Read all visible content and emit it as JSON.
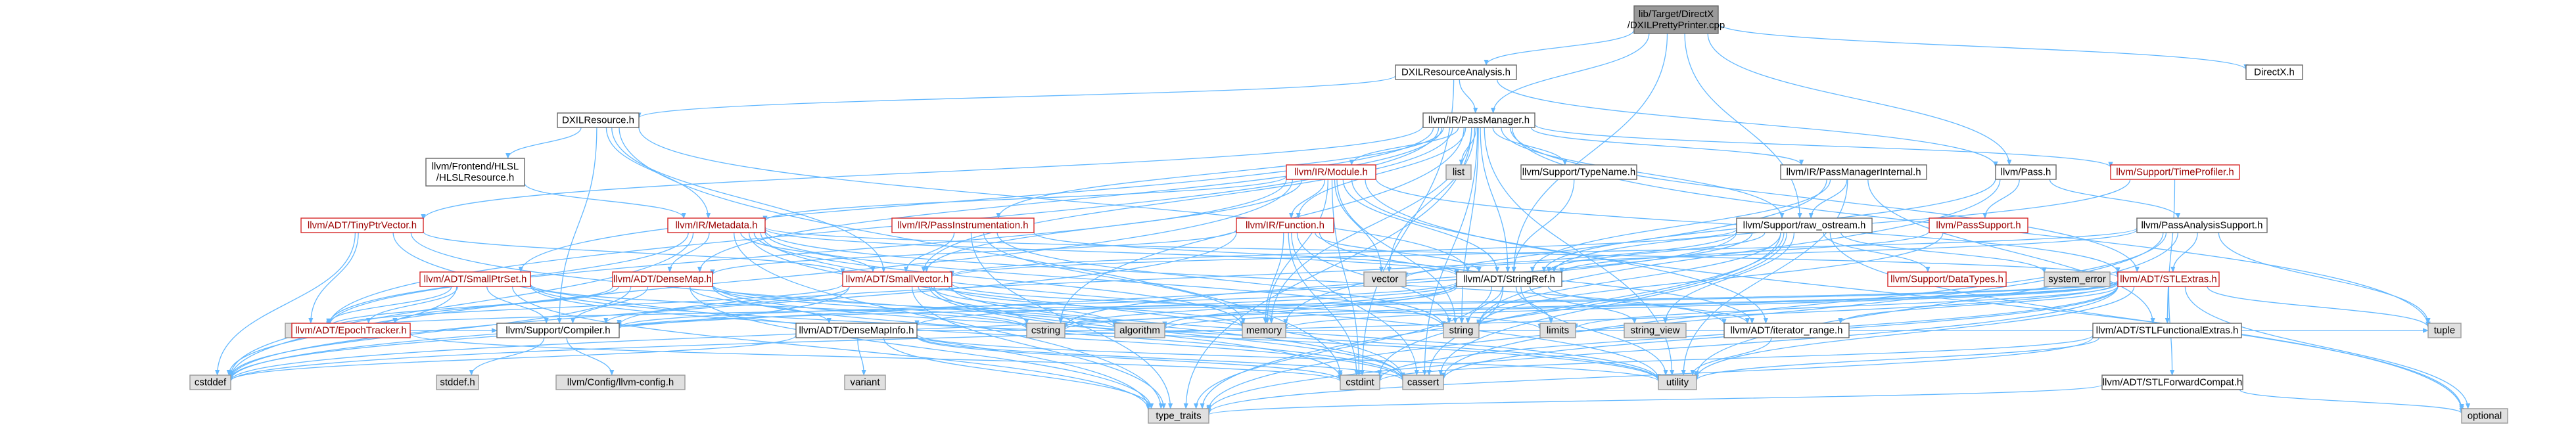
{
  "colors": {
    "edge": "#63b8ff",
    "root_fill": "#999999",
    "node_border": "#666666",
    "red_border": "#d62828",
    "red_text": "#9c0000",
    "system_fill": "#e0e0e0"
  },
  "graph": {
    "nodes": [
      {
        "id": "root",
        "label": [
          "lib/Target/DirectX",
          "/DXILPrettyPrinter.cpp"
        ],
        "kind": "root"
      },
      {
        "id": "dxres_analysis",
        "label": [
          "DXILResourceAnalysis.h"
        ],
        "kind": "plain"
      },
      {
        "id": "directx_h",
        "label": [
          "DirectX.h"
        ],
        "kind": "plain"
      },
      {
        "id": "dxilresource",
        "label": [
          "DXILResource.h"
        ],
        "kind": "plain"
      },
      {
        "id": "passmanager",
        "label": [
          "llvm/IR/PassManager.h"
        ],
        "kind": "plain"
      },
      {
        "id": "hlslresource",
        "label": [
          "llvm/Frontend/HLSL",
          "/HLSLResource.h"
        ],
        "kind": "plain"
      },
      {
        "id": "module",
        "label": [
          "llvm/IR/Module.h"
        ],
        "kind": "red"
      },
      {
        "id": "list",
        "label": [
          "list"
        ],
        "kind": "system"
      },
      {
        "id": "typename",
        "label": [
          "llvm/Support/TypeName.h"
        ],
        "kind": "plain"
      },
      {
        "id": "pminternal",
        "label": [
          "llvm/IR/PassManagerInternal.h"
        ],
        "kind": "plain"
      },
      {
        "id": "pass",
        "label": [
          "llvm/Pass.h"
        ],
        "kind": "plain"
      },
      {
        "id": "timeprofiler",
        "label": [
          "llvm/Support/TimeProfiler.h"
        ],
        "kind": "red"
      },
      {
        "id": "tinyptrvector",
        "label": [
          "llvm/ADT/TinyPtrVector.h"
        ],
        "kind": "red"
      },
      {
        "id": "metadata",
        "label": [
          "llvm/IR/Metadata.h"
        ],
        "kind": "red"
      },
      {
        "id": "passinstr",
        "label": [
          "llvm/IR/PassInstrumentation.h"
        ],
        "kind": "red"
      },
      {
        "id": "function",
        "label": [
          "llvm/IR/Function.h"
        ],
        "kind": "red"
      },
      {
        "id": "passsupport",
        "label": [
          "llvm/PassSupport.h"
        ],
        "kind": "red"
      },
      {
        "id": "rawostream",
        "label": [
          "llvm/Support/raw_ostream.h"
        ],
        "kind": "plain"
      },
      {
        "id": "passanalysis",
        "label": [
          "llvm/PassAnalysisSupport.h"
        ],
        "kind": "plain"
      },
      {
        "id": "smallptrset",
        "label": [
          "llvm/ADT/SmallPtrSet.h"
        ],
        "kind": "red"
      },
      {
        "id": "densemap",
        "label": [
          "llvm/ADT/DenseMap.h"
        ],
        "kind": "red"
      },
      {
        "id": "smallvector",
        "label": [
          "llvm/ADT/SmallVector.h"
        ],
        "kind": "red"
      },
      {
        "id": "vector",
        "label": [
          "vector"
        ],
        "kind": "system"
      },
      {
        "id": "stringref",
        "label": [
          "llvm/ADT/StringRef.h"
        ],
        "kind": "plain"
      },
      {
        "id": "datatypes",
        "label": [
          "llvm/Support/DataTypes.h"
        ],
        "kind": "red"
      },
      {
        "id": "system_error",
        "label": [
          "system_error"
        ],
        "kind": "system"
      },
      {
        "id": "stlextras",
        "label": [
          "llvm/ADT/STLExtras.h"
        ],
        "kind": "red"
      },
      {
        "id": "iterator",
        "label": [
          "iterator"
        ],
        "kind": "system"
      },
      {
        "id": "epochtracker",
        "label": [
          "llvm/ADT/EpochTracker.h"
        ],
        "kind": "red"
      },
      {
        "id": "compiler",
        "label": [
          "llvm/Support/Compiler.h"
        ],
        "kind": "plain"
      },
      {
        "id": "densemapinfo",
        "label": [
          "llvm/ADT/DenseMapInfo.h"
        ],
        "kind": "plain"
      },
      {
        "id": "cstring",
        "label": [
          "cstring"
        ],
        "kind": "system"
      },
      {
        "id": "algorithm",
        "label": [
          "algorithm"
        ],
        "kind": "system"
      },
      {
        "id": "memory",
        "label": [
          "memory"
        ],
        "kind": "system"
      },
      {
        "id": "string",
        "label": [
          "string"
        ],
        "kind": "system"
      },
      {
        "id": "limits",
        "label": [
          "limits"
        ],
        "kind": "system"
      },
      {
        "id": "string_view",
        "label": [
          "string_view"
        ],
        "kind": "system"
      },
      {
        "id": "iterator_range",
        "label": [
          "llvm/ADT/iterator_range.h"
        ],
        "kind": "plain"
      },
      {
        "id": "stlfunctional",
        "label": [
          "llvm/ADT/STLFunctionalExtras.h"
        ],
        "kind": "plain"
      },
      {
        "id": "tuple",
        "label": [
          "tuple"
        ],
        "kind": "system"
      },
      {
        "id": "stddef_h",
        "label": [
          "stddef.h"
        ],
        "kind": "system"
      },
      {
        "id": "llvmconfig",
        "label": [
          "llvm/Config/llvm-config.h"
        ],
        "kind": "system"
      },
      {
        "id": "variant",
        "label": [
          "variant"
        ],
        "kind": "system"
      },
      {
        "id": "cstddef",
        "label": [
          "cstddef"
        ],
        "kind": "system"
      },
      {
        "id": "cstdint",
        "label": [
          "cstdint"
        ],
        "kind": "system"
      },
      {
        "id": "cassert",
        "label": [
          "cassert"
        ],
        "kind": "system"
      },
      {
        "id": "utility",
        "label": [
          "utility"
        ],
        "kind": "system"
      },
      {
        "id": "stlforward",
        "label": [
          "llvm/ADT/STLForwardCompat.h"
        ],
        "kind": "plain"
      },
      {
        "id": "optional",
        "label": [
          "optional"
        ],
        "kind": "system"
      },
      {
        "id": "type_traits",
        "label": [
          "type_traits"
        ],
        "kind": "system"
      }
    ],
    "edges": [
      [
        "root",
        "dxres_analysis"
      ],
      [
        "root",
        "directx_h"
      ],
      [
        "root",
        "passmanager"
      ],
      [
        "root",
        "pass"
      ],
      [
        "root",
        "stringref"
      ],
      [
        "root",
        "rawostream"
      ],
      [
        "dxres_analysis",
        "dxilresource"
      ],
      [
        "dxres_analysis",
        "passmanager"
      ],
      [
        "dxres_analysis",
        "pass"
      ],
      [
        "dxres_analysis",
        "cstdint"
      ],
      [
        "dxilresource",
        "hlslresource"
      ],
      [
        "dxilresource",
        "metadata"
      ],
      [
        "dxilresource",
        "smallvector"
      ],
      [
        "dxilresource",
        "stringref"
      ],
      [
        "dxilresource",
        "compiler"
      ],
      [
        "dxilresource",
        "cstdint"
      ],
      [
        "hlslresource",
        "metadata"
      ],
      [
        "passmanager",
        "module"
      ],
      [
        "passmanager",
        "list"
      ],
      [
        "passmanager",
        "typename"
      ],
      [
        "passmanager",
        "pminternal"
      ],
      [
        "passmanager",
        "timeprofiler"
      ],
      [
        "passmanager",
        "tinyptrvector"
      ],
      [
        "passmanager",
        "passinstr"
      ],
      [
        "passmanager",
        "function"
      ],
      [
        "passmanager",
        "smallptrset"
      ],
      [
        "passmanager",
        "densemap"
      ],
      [
        "passmanager",
        "smallvector"
      ],
      [
        "passmanager",
        "stringref"
      ],
      [
        "passmanager",
        "stlextras"
      ],
      [
        "passmanager",
        "vector"
      ],
      [
        "passmanager",
        "memory"
      ],
      [
        "passmanager",
        "string"
      ],
      [
        "passmanager",
        "utility"
      ],
      [
        "passmanager",
        "cstring"
      ],
      [
        "passmanager",
        "tuple"
      ],
      [
        "passmanager",
        "type_traits"
      ],
      [
        "passmanager",
        "iterator"
      ],
      [
        "passmanager",
        "cassert"
      ],
      [
        "passmanager",
        "rawostream"
      ],
      [
        "module",
        "metadata"
      ],
      [
        "module",
        "function"
      ],
      [
        "module",
        "smallvector"
      ],
      [
        "module",
        "stringref"
      ],
      [
        "module",
        "vector"
      ],
      [
        "module",
        "memory"
      ],
      [
        "module",
        "string"
      ],
      [
        "module",
        "stlextras"
      ],
      [
        "module",
        "iterator_range"
      ],
      [
        "module",
        "cstddef"
      ],
      [
        "module",
        "cstdint"
      ],
      [
        "module",
        "iterator"
      ],
      [
        "module",
        "optional"
      ],
      [
        "typename",
        "stringref"
      ],
      [
        "pminternal",
        "stlfunctional"
      ],
      [
        "pminternal",
        "stringref"
      ],
      [
        "pminternal",
        "rawostream"
      ],
      [
        "pminternal",
        "memory"
      ],
      [
        "pminternal",
        "utility"
      ],
      [
        "pass",
        "passanalysis"
      ],
      [
        "pass",
        "passsupport"
      ],
      [
        "pass",
        "stringref"
      ],
      [
        "pass",
        "string"
      ],
      [
        "timeprofiler",
        "stringref"
      ],
      [
        "timeprofiler",
        "stlfunctional"
      ],
      [
        "tinyptrvector",
        "smallvector"
      ],
      [
        "tinyptrvector",
        "cassert"
      ],
      [
        "tinyptrvector",
        "cstddef"
      ],
      [
        "tinyptrvector",
        "iterator"
      ],
      [
        "tinyptrvector",
        "type_traits"
      ],
      [
        "metadata",
        "densemap"
      ],
      [
        "metadata",
        "smallvector"
      ],
      [
        "metadata",
        "stringref"
      ],
      [
        "metadata",
        "iterator_range"
      ],
      [
        "metadata",
        "cassert"
      ],
      [
        "metadata",
        "cstddef"
      ],
      [
        "metadata",
        "iterator"
      ],
      [
        "metadata",
        "memory"
      ],
      [
        "metadata",
        "string"
      ],
      [
        "metadata",
        "type_traits"
      ],
      [
        "metadata",
        "utility"
      ],
      [
        "metadata",
        "stlextras"
      ],
      [
        "passinstr",
        "smallvector"
      ],
      [
        "passinstr",
        "stringref"
      ],
      [
        "passinstr",
        "memory"
      ],
      [
        "passinstr",
        "string"
      ],
      [
        "passinstr",
        "type_traits"
      ],
      [
        "function",
        "densemap"
      ],
      [
        "function",
        "stringref"
      ],
      [
        "function",
        "iterator_range"
      ],
      [
        "function",
        "cassert"
      ],
      [
        "function",
        "cstddef"
      ],
      [
        "function",
        "cstdint"
      ],
      [
        "function",
        "memory"
      ],
      [
        "function",
        "string"
      ],
      [
        "passsupport",
        "stringref"
      ],
      [
        "passsupport",
        "string"
      ],
      [
        "rawostream",
        "smallvector"
      ],
      [
        "rawostream",
        "stringref"
      ],
      [
        "rawostream",
        "datatypes"
      ],
      [
        "rawostream",
        "system_error"
      ],
      [
        "rawostream",
        "cassert"
      ],
      [
        "rawostream",
        "cstddef"
      ],
      [
        "rawostream",
        "cstdint"
      ],
      [
        "rawostream",
        "cstring"
      ],
      [
        "rawostream",
        "optional"
      ],
      [
        "rawostream",
        "string"
      ],
      [
        "rawostream",
        "string_view"
      ],
      [
        "rawostream",
        "type_traits"
      ],
      [
        "rawostream",
        "compiler"
      ],
      [
        "passanalysis",
        "stlextras"
      ],
      [
        "passanalysis",
        "smallvector"
      ],
      [
        "passanalysis",
        "cassert"
      ],
      [
        "passanalysis",
        "tuple"
      ],
      [
        "passanalysis",
        "type_traits"
      ],
      [
        "passanalysis",
        "utility"
      ],
      [
        "passanalysis",
        "vector"
      ],
      [
        "smallptrset",
        "epochtracker"
      ],
      [
        "smallptrset",
        "compiler"
      ],
      [
        "smallptrset",
        "cassert"
      ],
      [
        "smallptrset",
        "cstddef"
      ],
      [
        "smallptrset",
        "cstring"
      ],
      [
        "smallptrset",
        "iterator"
      ],
      [
        "smallptrset",
        "utility"
      ],
      [
        "smallptrset",
        "type_traits"
      ],
      [
        "densemap",
        "densemapinfo"
      ],
      [
        "densemap",
        "epochtracker"
      ],
      [
        "densemap",
        "compiler"
      ],
      [
        "densemap",
        "algorithm"
      ],
      [
        "densemap",
        "cassert"
      ],
      [
        "densemap",
        "cstddef"
      ],
      [
        "densemap",
        "cstring"
      ],
      [
        "densemap",
        "iterator"
      ],
      [
        "densemap",
        "type_traits"
      ],
      [
        "densemap",
        "utility"
      ],
      [
        "smallvector",
        "compiler"
      ],
      [
        "smallvector",
        "algorithm"
      ],
      [
        "smallvector",
        "cassert"
      ],
      [
        "smallvector",
        "cstddef"
      ],
      [
        "smallvector",
        "cstring"
      ],
      [
        "smallvector",
        "iterator"
      ],
      [
        "smallvector",
        "limits"
      ],
      [
        "smallvector",
        "memory"
      ],
      [
        "smallvector",
        "type_traits"
      ],
      [
        "smallvector",
        "utility"
      ],
      [
        "smallvector",
        "cstdint"
      ],
      [
        "stringref",
        "densemapinfo"
      ],
      [
        "stringref",
        "iterator_range"
      ],
      [
        "stringref",
        "compiler"
      ],
      [
        "stringref",
        "algorithm"
      ],
      [
        "stringref",
        "cassert"
      ],
      [
        "stringref",
        "cstddef"
      ],
      [
        "stringref",
        "cstring"
      ],
      [
        "stringref",
        "limits"
      ],
      [
        "stringref",
        "string"
      ],
      [
        "stringref",
        "string_view"
      ],
      [
        "stringref",
        "type_traits"
      ],
      [
        "stringref",
        "utility"
      ],
      [
        "stlextras",
        "stlforward"
      ],
      [
        "stlextras",
        "stlfunctional"
      ],
      [
        "stlextras",
        "iterator_range"
      ],
      [
        "stlextras",
        "compiler"
      ],
      [
        "stlextras",
        "algorithm"
      ],
      [
        "stlextras",
        "cassert"
      ],
      [
        "stlextras",
        "cstddef"
      ],
      [
        "stlextras",
        "cstdint"
      ],
      [
        "stlextras",
        "cstring"
      ],
      [
        "stlextras",
        "iterator"
      ],
      [
        "stlextras",
        "limits"
      ],
      [
        "stlextras",
        "memory"
      ],
      [
        "stlextras",
        "optional"
      ],
      [
        "stlextras",
        "tuple"
      ],
      [
        "stlextras",
        "type_traits"
      ],
      [
        "stlextras",
        "utility"
      ],
      [
        "epochtracker",
        "compiler"
      ],
      [
        "epochtracker",
        "cstdint"
      ],
      [
        "compiler",
        "stddef_h"
      ],
      [
        "compiler",
        "llvmconfig"
      ],
      [
        "densemapinfo",
        "cassert"
      ],
      [
        "densemapinfo",
        "cstddef"
      ],
      [
        "densemapinfo",
        "cstdint"
      ],
      [
        "densemapinfo",
        "tuple"
      ],
      [
        "densemapinfo",
        "type_traits"
      ],
      [
        "densemapinfo",
        "utility"
      ],
      [
        "densemapinfo",
        "variant"
      ],
      [
        "iterator_range",
        "utility"
      ],
      [
        "stlfunctional",
        "cstdint"
      ],
      [
        "stlfunctional",
        "type_traits"
      ],
      [
        "stlfunctional",
        "utility"
      ],
      [
        "stlforward",
        "optional"
      ],
      [
        "stlforward",
        "type_traits"
      ]
    ]
  }
}
